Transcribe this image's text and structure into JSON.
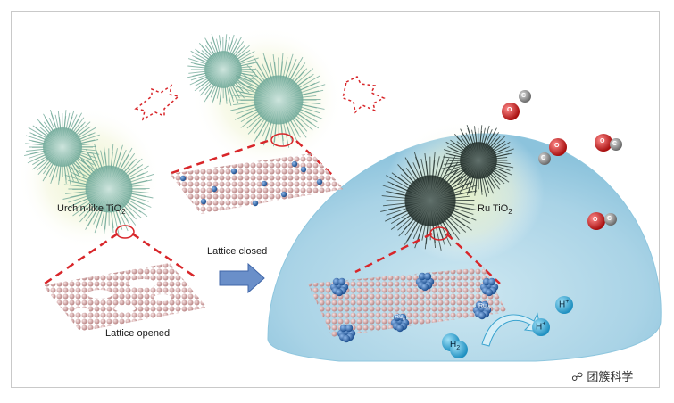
{
  "labels": {
    "urchin_like": "Urchin-like TiO",
    "urchin_like_sub": "2",
    "ru_tio2": "Ru TiO",
    "ru_tio2_sub": "2",
    "lattice_opened": "Lattice opened",
    "lattice_closed": "Lattice closed",
    "ru_site_1": "Ru",
    "ru_site_1_sub": "n",
    "ru_site_2": "Ru",
    "ru_site_2_sub": "m",
    "h_plus_1": "H",
    "h_plus_1_sup": "+",
    "h_plus_2": "H",
    "h_plus_2_sup": "+",
    "h2": "H",
    "h2_sub": "2",
    "co_labels": [
      "C",
      "C",
      "C",
      "C"
    ],
    "co_o_labels": [
      "O",
      "O",
      "O",
      "O"
    ]
  },
  "watermark": "团簇科学",
  "colors": {
    "dome": "#a9d3e6",
    "lattice_atom": "#d9a9a9",
    "ru_cluster": "#2f6db3",
    "urchin_light": "#7fb7a7",
    "urchin_dark": "#2b3a35",
    "dash_red": "#d8262a",
    "arrow_blue": "#6a8fc9",
    "proton_blue": "#2aa7d8",
    "co_red": "#d21e1e",
    "co_grey": "#8c8c8c"
  }
}
